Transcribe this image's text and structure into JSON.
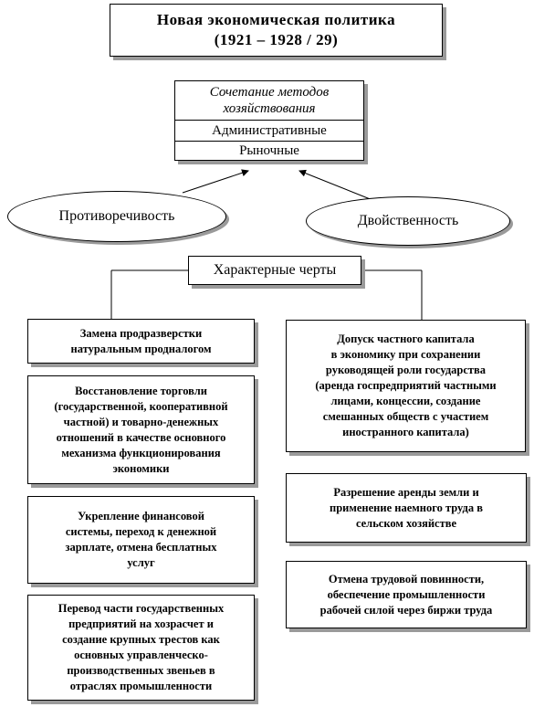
{
  "title": {
    "line1": "Новая экономическая политика",
    "line2": "(1921 – 1928 / 29)"
  },
  "methods": {
    "header_line1": "Сочетание методов",
    "header_line2": "хозяйствования",
    "administrative": "Административные",
    "market": "Рыночные"
  },
  "traits": {
    "contradiction": "Противоречивость",
    "duality": "Двойственность"
  },
  "features_header": "Характерные черты",
  "left_features": [
    [
      "Замена продразверстки",
      "натуральным продналогом"
    ],
    [
      "Восстановление торговли",
      "(государственной, кооперативной",
      "частной) и товарно-денежных",
      "отношений в качестве основного",
      "механизма функционирования",
      "экономики"
    ],
    [
      "Укрепление финансовой",
      "системы, переход к денежной",
      "зарплате, отмена бесплатных",
      "услуг"
    ],
    [
      "Перевод части государственных",
      "предприятий на хозрасчет и",
      "создание крупных трестов как",
      "основных управленческо-",
      "производственных звеньев в",
      "отраслях промышленности"
    ]
  ],
  "right_features": [
    [
      "Допуск частного капитала",
      "в экономику при сохранении",
      "руководящей  роли государства",
      "(аренда госпредприятий частными",
      "лицами, концессии, создание",
      "смешанных обществ  с участием",
      "иностранного капитала)"
    ],
    [
      "Разрешение аренды земли и",
      "применение наемного труда в",
      "сельском  хозяйстве"
    ],
    [
      "Отмена трудовой повинности,",
      "обеспечение промышленности",
      "рабочей силой через биржи труда"
    ]
  ]
}
